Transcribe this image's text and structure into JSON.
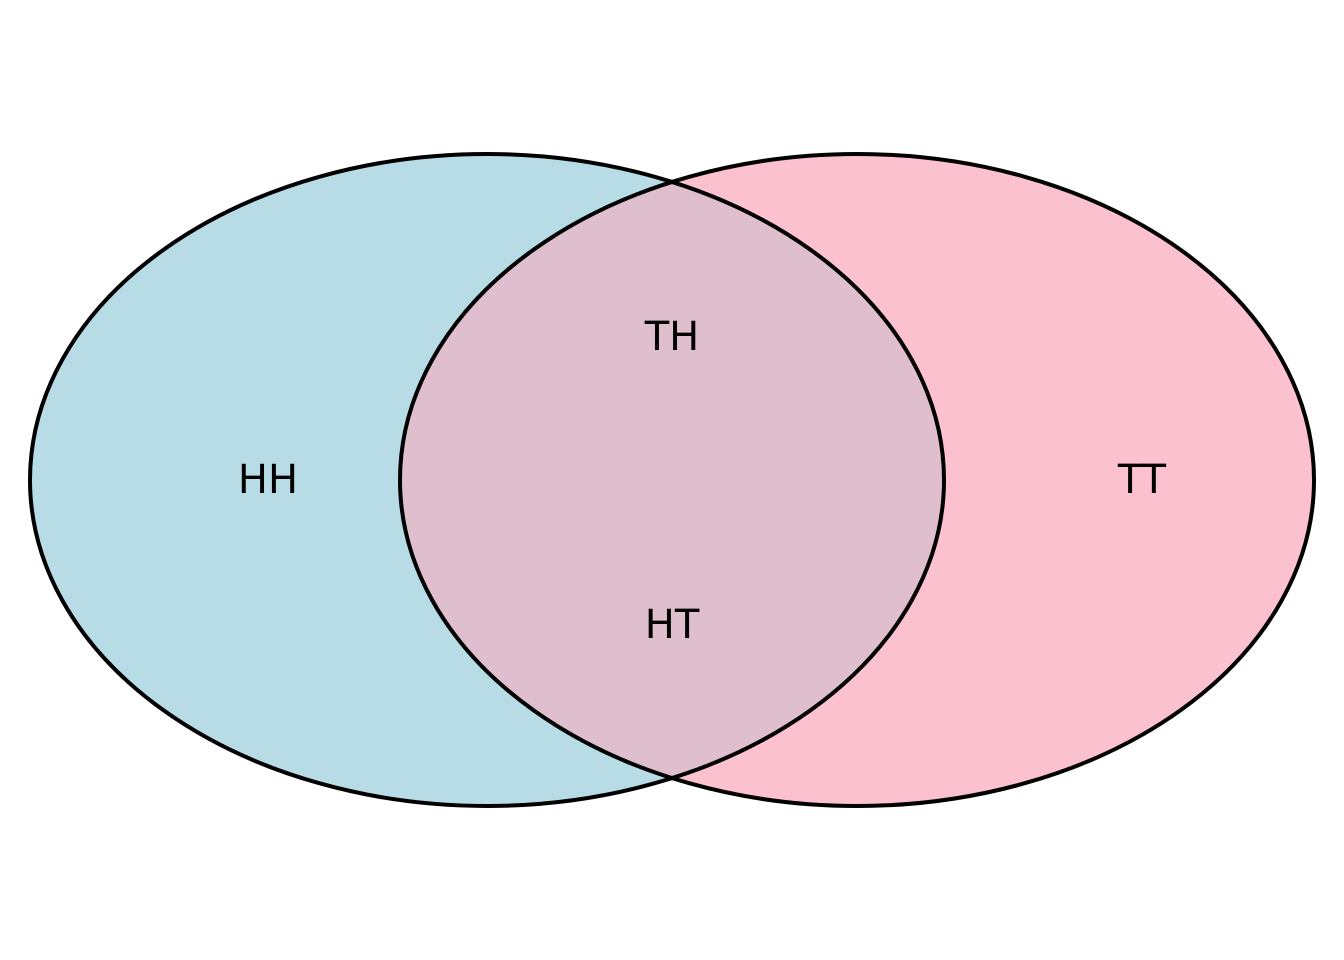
{
  "venn": {
    "left_set": {
      "fill": "#b8dce6",
      "only_region": {
        "label": "HH"
      }
    },
    "right_set": {
      "fill": "#fcc1ce",
      "only_region": {
        "label": "TT"
      }
    },
    "overlap": {
      "fill": "#dfbfcd",
      "labels": [
        "TH",
        "HT"
      ]
    },
    "outline_color": "#000000"
  }
}
